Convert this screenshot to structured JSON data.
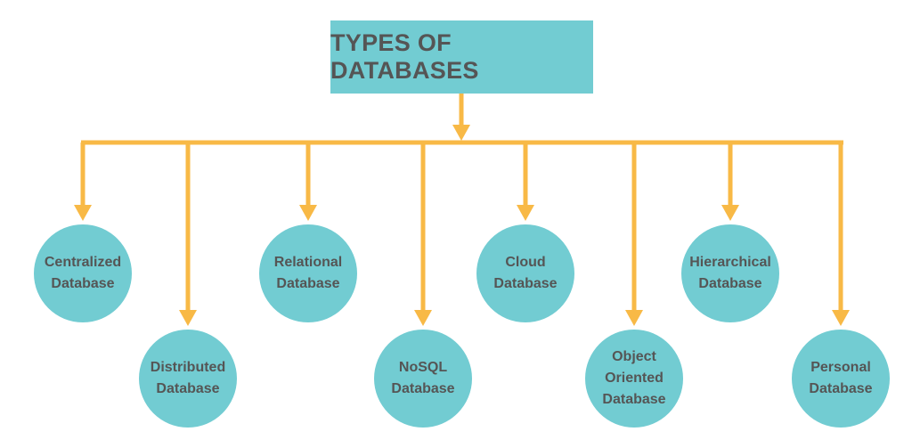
{
  "title": "TYPES OF DATABASES",
  "colors": {
    "box": "#72ccd2",
    "connector": "#f8b946",
    "text": "#555555"
  },
  "nodes": [
    {
      "line1": "Centralized",
      "line2": "Database",
      "line3": ""
    },
    {
      "line1": "Distributed",
      "line2": "Database",
      "line3": ""
    },
    {
      "line1": "Relational",
      "line2": "Database",
      "line3": ""
    },
    {
      "line1": "NoSQL",
      "line2": "Database",
      "line3": ""
    },
    {
      "line1": "Cloud",
      "line2": "Database",
      "line3": ""
    },
    {
      "line1": "Object",
      "line2": "Oriented",
      "line3": "Database"
    },
    {
      "line1": "Hierarchical",
      "line2": "Database",
      "line3": ""
    },
    {
      "line1": "Personal",
      "line2": "Database",
      "line3": ""
    }
  ]
}
